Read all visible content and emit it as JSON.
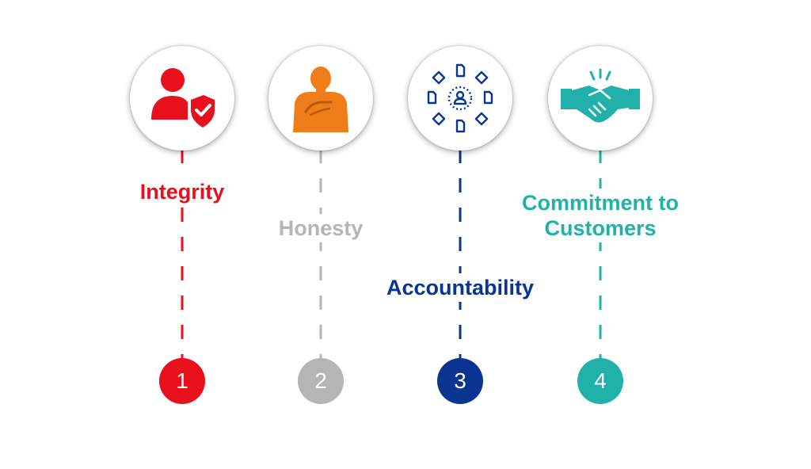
{
  "colors": {
    "integrity": "#e8101b",
    "honesty": "#b5b5b5",
    "accountability": "#0a3492",
    "commitment": "#20b2aa"
  },
  "values": [
    {
      "title": "Integrity",
      "number": "1",
      "icon": "user-shield-icon"
    },
    {
      "title": "Honesty",
      "number": "2",
      "icon": "hand-on-heart-icon"
    },
    {
      "title": "Accountability",
      "number": "3",
      "icon": "user-network-icon"
    },
    {
      "title_line1": "Commitment to",
      "title_line2": "Customers",
      "number": "4",
      "icon": "handshake-icon"
    }
  ]
}
